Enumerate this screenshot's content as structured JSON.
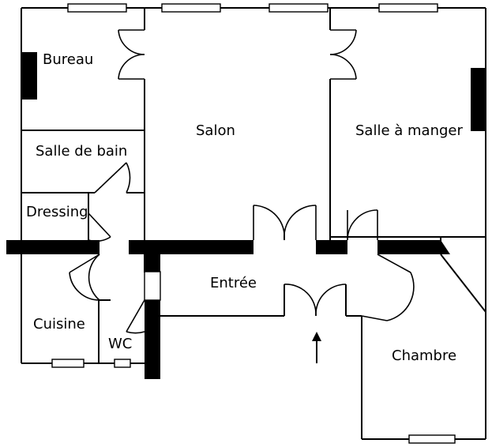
{
  "rooms": {
    "bureau": "Bureau",
    "salon": "Salon",
    "salle_a_manger": "Salle à manger",
    "salle_de_bain": "Salle de bain",
    "dressing": "Dressing",
    "entree": "Entrée",
    "cuisine": "Cuisine",
    "wc": "WC",
    "chambre": "Chambre"
  }
}
